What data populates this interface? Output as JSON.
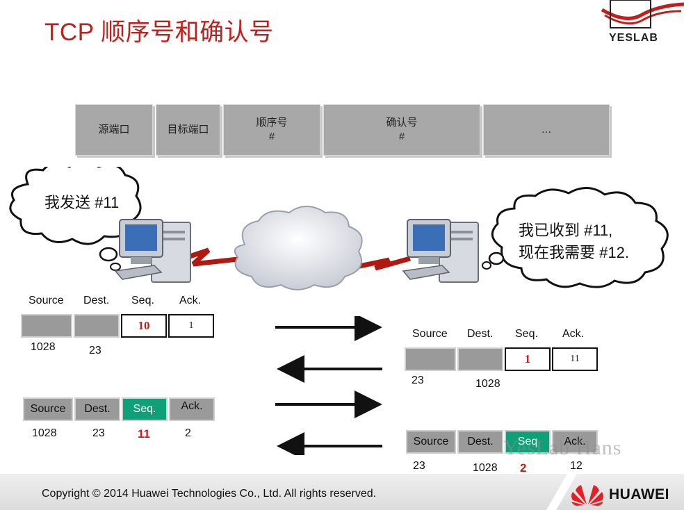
{
  "title": "TCP 顺序号和确认号",
  "logo": {
    "yeslab_text": "YESLAB",
    "brand_red": "#c0201c"
  },
  "header_fields": [
    {
      "line1": "源端口",
      "line2": ""
    },
    {
      "line1": "目标端口",
      "line2": ""
    },
    {
      "line1": "顺序号",
      "line2": "#"
    },
    {
      "line1": "确认号",
      "line2": "#"
    },
    {
      "line1": "…",
      "line2": ""
    }
  ],
  "left_bubble": {
    "text": "我发送 #11"
  },
  "right_bubble": {
    "line1": "我已收到 #11,",
    "line2": "现在我需要 #12."
  },
  "packets": {
    "p1": {
      "labels": [
        "Source",
        "Dest.",
        "Seq.",
        "Ack."
      ],
      "seq": "10",
      "ack": "1",
      "source": "1028",
      "dest": "23"
    },
    "p2": {
      "labels": [
        "Source",
        "Dest.",
        "Seq.",
        "Ack."
      ],
      "seq": "1",
      "ack": "11",
      "source": "23",
      "dest": "1028"
    },
    "p3": {
      "labels": [
        "Source",
        "Dest.",
        "Seq.",
        "Ack."
      ],
      "source": "1028",
      "dest": "23",
      "seq": "11",
      "ack": "2"
    },
    "p4": {
      "labels": [
        "Source",
        "Dest.",
        "Seq",
        "Ack."
      ],
      "source": "23",
      "dest": "1028",
      "seq": "2",
      "ack": "12"
    }
  },
  "watermark": "YesLab Hans",
  "footer": {
    "copyright": "Copyright © 2014 Huawei Technologies Co., Ltd. All rights reserved.",
    "brand": "HUAWEI"
  },
  "colors": {
    "red": "#c0201c",
    "green": "#0fa07a",
    "gray": "#9a9a9a"
  }
}
